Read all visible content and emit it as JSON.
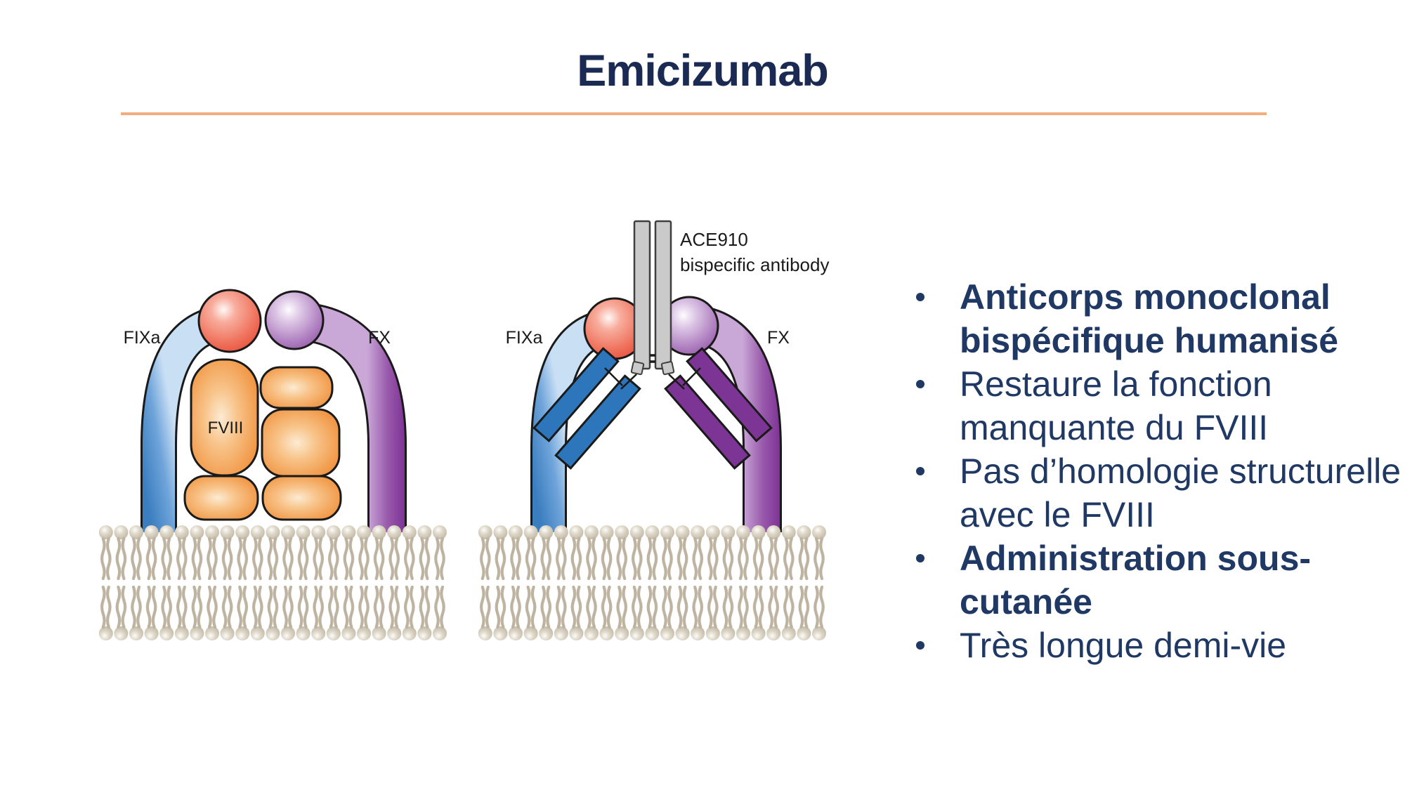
{
  "title": "Emicizumab",
  "diagram1": {
    "label_fixa": "FIXa",
    "label_fx": "FX",
    "label_fviii": "FVIII"
  },
  "diagram2": {
    "label_fixa": "FIXa",
    "label_fx": "FX",
    "annotation_line1": "ACE910",
    "annotation_line2": "bispecific antibody"
  },
  "bullets": [
    {
      "text": [
        "Anticorps monoclonal",
        "bispécifique humanisé"
      ],
      "bold": true
    },
    {
      "text": [
        "Restaure la fonction",
        "manquante du FVIII"
      ],
      "bold": false
    },
    {
      "text": [
        "Pas d’homologie structurelle",
        "avec le FVIII"
      ],
      "bold": false
    },
    {
      "text": [
        "Administration sous-cutanée"
      ],
      "bold": true
    },
    {
      "text": [
        "Très longue demi-vie"
      ],
      "bold": false
    }
  ],
  "colors": {
    "title_navy": "#1B2A52",
    "bullet_navy": "#1F3864",
    "divider_orange": "#F2AE7E",
    "fixa_blue": "#3B7EC0",
    "fx_purple": "#7A2F92",
    "fviii_orange": "#EE8838",
    "fixa_ball_red": "#E64A36",
    "fx_ball_purple": "#9153A3",
    "antibody_gray": "#CACACA",
    "membrane_beige": "#BDB3A0"
  }
}
